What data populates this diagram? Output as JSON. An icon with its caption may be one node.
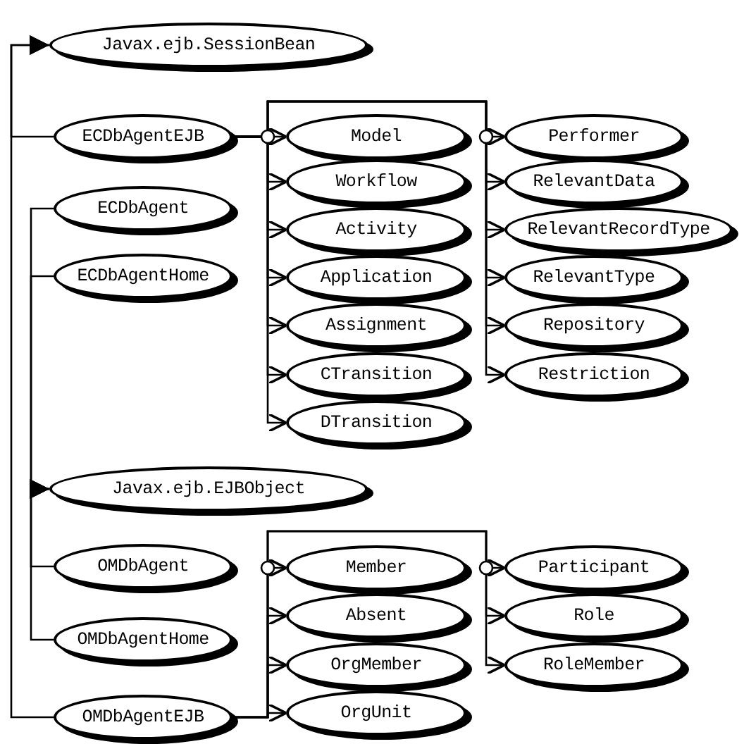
{
  "diagram": {
    "nodes": [
      {
        "text": [
          "Javax.ejb.SessionBean"
        ]
      },
      {
        "text": [
          "ECDbAgentEJB"
        ]
      },
      {
        "text": [
          "ECDbAgent"
        ]
      },
      {
        "text": [
          "ECDbAgentHome"
        ]
      },
      {
        "text": [
          "Model"
        ]
      },
      {
        "text": [
          "Workflow"
        ]
      },
      {
        "text": [
          "Activity"
        ]
      },
      {
        "text": [
          "Application"
        ]
      },
      {
        "text": [
          "Assignment"
        ]
      },
      {
        "text": [
          "CTransition"
        ]
      },
      {
        "text": [
          "DTransition"
        ]
      },
      {
        "text": [
          "Performer"
        ]
      },
      {
        "text": [
          "RelevantData"
        ]
      },
      {
        "text": [
          "RelevantRecordType"
        ]
      },
      {
        "text": [
          "RelevantType"
        ]
      },
      {
        "text": [
          "Repository"
        ]
      },
      {
        "text": [
          "Restriction"
        ]
      },
      {
        "text": [
          "Javax.ejb.EJBObject"
        ]
      },
      {
        "text": [
          "OMDbAgent"
        ]
      },
      {
        "text": [
          "OMDbAgentHome"
        ]
      },
      {
        "text": [
          "OMDbAgentEJB"
        ]
      },
      {
        "text": [
          "Member"
        ]
      },
      {
        "text": [
          "Absent"
        ]
      },
      {
        "text": [
          "OrgMember"
        ]
      },
      {
        "text": [
          "OrgUnit"
        ]
      },
      {
        "text": [
          "Participant"
        ]
      },
      {
        "text": [
          "Role"
        ]
      },
      {
        "text": [
          "RoleMember"
        ]
      }
    ],
    "edges": [
      {
        "from": 1,
        "to": 0,
        "arrow": "to"
      },
      {
        "from": 20,
        "to": 0,
        "arrow": "to"
      },
      {
        "from": 2,
        "to": 17,
        "arrow": "to"
      },
      {
        "from": 3,
        "to": 17,
        "arrow": "to"
      },
      {
        "from": 18,
        "to": 17,
        "arrow": "to"
      },
      {
        "from": 19,
        "to": 17,
        "arrow": "to"
      },
      {
        "from": 1,
        "to": 4,
        "arrow": "to"
      },
      {
        "from": 1,
        "to": 5,
        "arrow": "to"
      },
      {
        "from": 1,
        "to": 6,
        "arrow": "to"
      },
      {
        "from": 1,
        "to": 7,
        "arrow": "to"
      },
      {
        "from": 1,
        "to": 8,
        "arrow": "to"
      },
      {
        "from": 1,
        "to": 9,
        "arrow": "to"
      },
      {
        "from": 1,
        "to": 10,
        "arrow": "to"
      },
      {
        "from": 1,
        "to": 11,
        "arrow": "to"
      },
      {
        "from": 1,
        "to": 12,
        "arrow": "to"
      },
      {
        "from": 1,
        "to": 13,
        "arrow": "to"
      },
      {
        "from": 1,
        "to": 14,
        "arrow": "to"
      },
      {
        "from": 1,
        "to": 15,
        "arrow": "to"
      },
      {
        "from": 1,
        "to": 16,
        "arrow": "to"
      },
      {
        "from": 20,
        "to": 21,
        "arrow": "to"
      },
      {
        "from": 20,
        "to": 22,
        "arrow": "to"
      },
      {
        "from": 20,
        "to": 23,
        "arrow": "to"
      },
      {
        "from": 20,
        "to": 24,
        "arrow": "to"
      },
      {
        "from": 20,
        "to": 25,
        "arrow": "to"
      },
      {
        "from": 20,
        "to": 26,
        "arrow": "to"
      },
      {
        "from": 20,
        "to": 27,
        "arrow": "to"
      }
    ]
  }
}
